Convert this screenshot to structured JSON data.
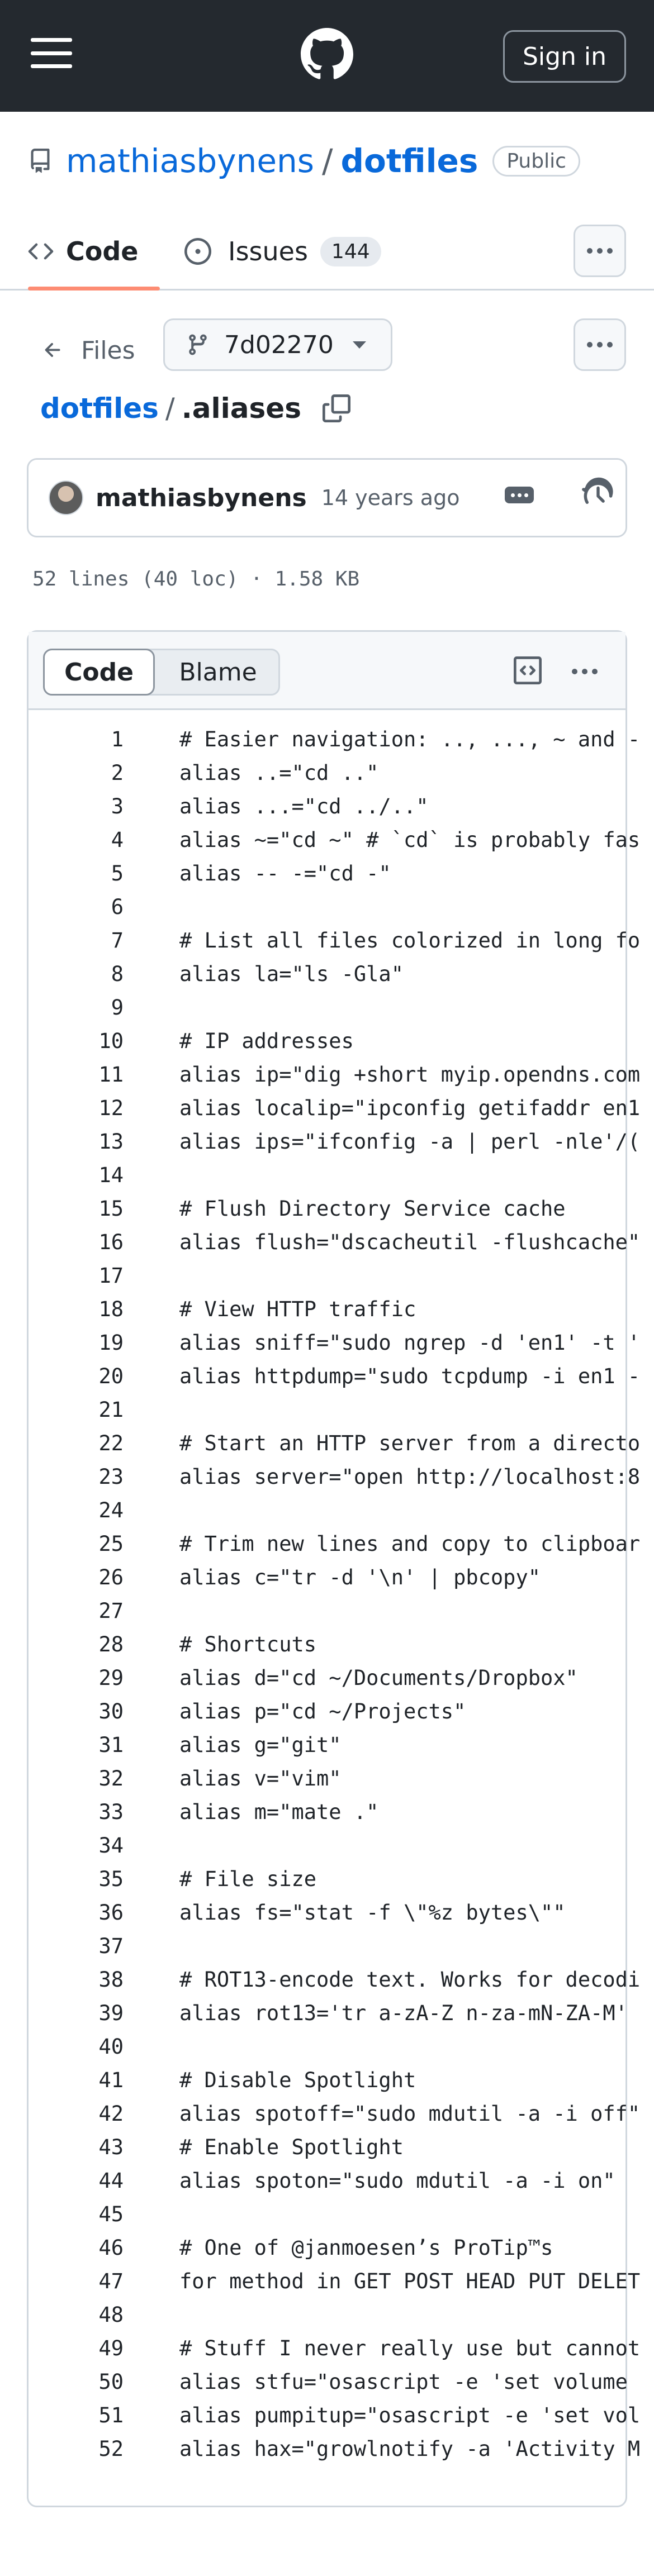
{
  "header": {
    "signin_label": "Sign in"
  },
  "repo": {
    "owner": "mathiasbynens",
    "separator": "/",
    "name": "dotfiles",
    "visibility": "Public"
  },
  "tabs": {
    "code_label": "Code",
    "issues_label": "Issues",
    "issues_count": "144"
  },
  "file_nav": {
    "files_label": "Files",
    "branch": "7d02270"
  },
  "breadcrumb": {
    "repo": "dotfiles",
    "separator": "/",
    "file": ".aliases"
  },
  "commit": {
    "author": "mathiasbynens",
    "time": "14 years ago"
  },
  "file_meta": "52 lines (40 loc) · 1.58 KB",
  "viewer": {
    "code_label": "Code",
    "blame_label": "Blame"
  },
  "lines": [
    "# Easier navigation: .., ..., ~ and -",
    "alias ..=\"cd ..\"",
    "alias ...=\"cd ../..\"",
    "alias ~=\"cd ~\" # `cd` is probably fas",
    "alias -- -=\"cd -\"",
    "",
    "# List all files colorized in long fo",
    "alias la=\"ls -Gla\"",
    "",
    "# IP addresses",
    "alias ip=\"dig +short myip.opendns.com",
    "alias localip=\"ipconfig getifaddr en1",
    "alias ips=\"ifconfig -a | perl -nle'/(",
    "",
    "# Flush Directory Service cache",
    "alias flush=\"dscacheutil -flushcache\"",
    "",
    "# View HTTP traffic",
    "alias sniff=\"sudo ngrep -d 'en1' -t '",
    "alias httpdump=\"sudo tcpdump -i en1 -",
    "",
    "# Start an HTTP server from a directo",
    "alias server=\"open http://localhost:8",
    "",
    "# Trim new lines and copy to clipboar",
    "alias c=\"tr -d '\\n' | pbcopy\"",
    "",
    "# Shortcuts",
    "alias d=\"cd ~/Documents/Dropbox\"",
    "alias p=\"cd ~/Projects\"",
    "alias g=\"git\"",
    "alias v=\"vim\"",
    "alias m=\"mate .\"",
    "",
    "# File size",
    "alias fs=\"stat -f \\\"%z bytes\\\"\"",
    "",
    "# ROT13-encode text. Works for decodi",
    "alias rot13='tr a-zA-Z n-za-mN-ZA-M'",
    "",
    "# Disable Spotlight",
    "alias spotoff=\"sudo mdutil -a -i off\"",
    "# Enable Spotlight",
    "alias spoton=\"sudo mdutil -a -i on\"",
    "",
    "# One of @janmoesen’s ProTip™s",
    "for method in GET POST HEAD PUT DELET",
    "",
    "# Stuff I never really use but cannot",
    "alias stfu=\"osascript -e 'set volume ",
    "alias pumpitup=\"osascript -e 'set vol",
    "alias hax=\"growlnotify -a 'Activity M"
  ]
}
